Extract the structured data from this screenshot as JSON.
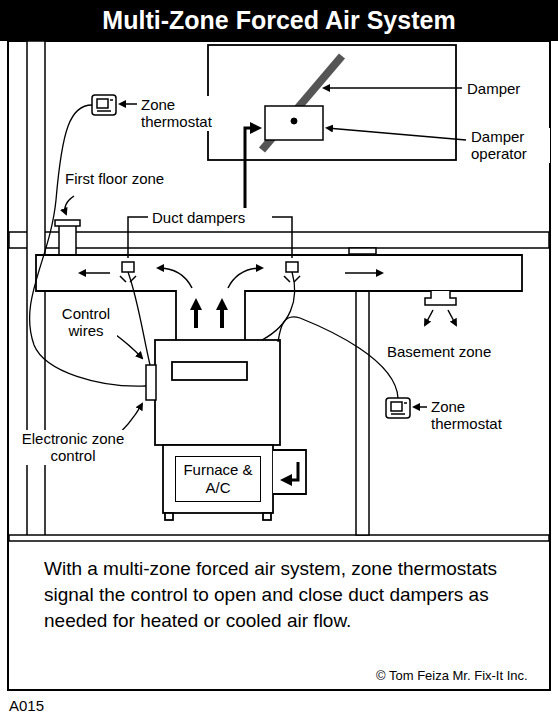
{
  "diagram": {
    "title": "Multi-Zone Forced Air System",
    "caption": "With a multi-zone forced air system, zone thermostats signal the control to open and close duct dampers as needed for heated or cooled air flow.",
    "nodes": [
      {
        "text": [
          "Furnace & A/C"
        ]
      }
    ],
    "labels": [
      "Damper",
      "Damper operator",
      "Zone thermostat",
      "First floor zone",
      "Duct dampers",
      "Control wires",
      "Basement zone",
      "Zone thermostat",
      "Electronic zone control",
      "© Tom Feiza Mr. Fix-It Inc.",
      "A015"
    ]
  }
}
